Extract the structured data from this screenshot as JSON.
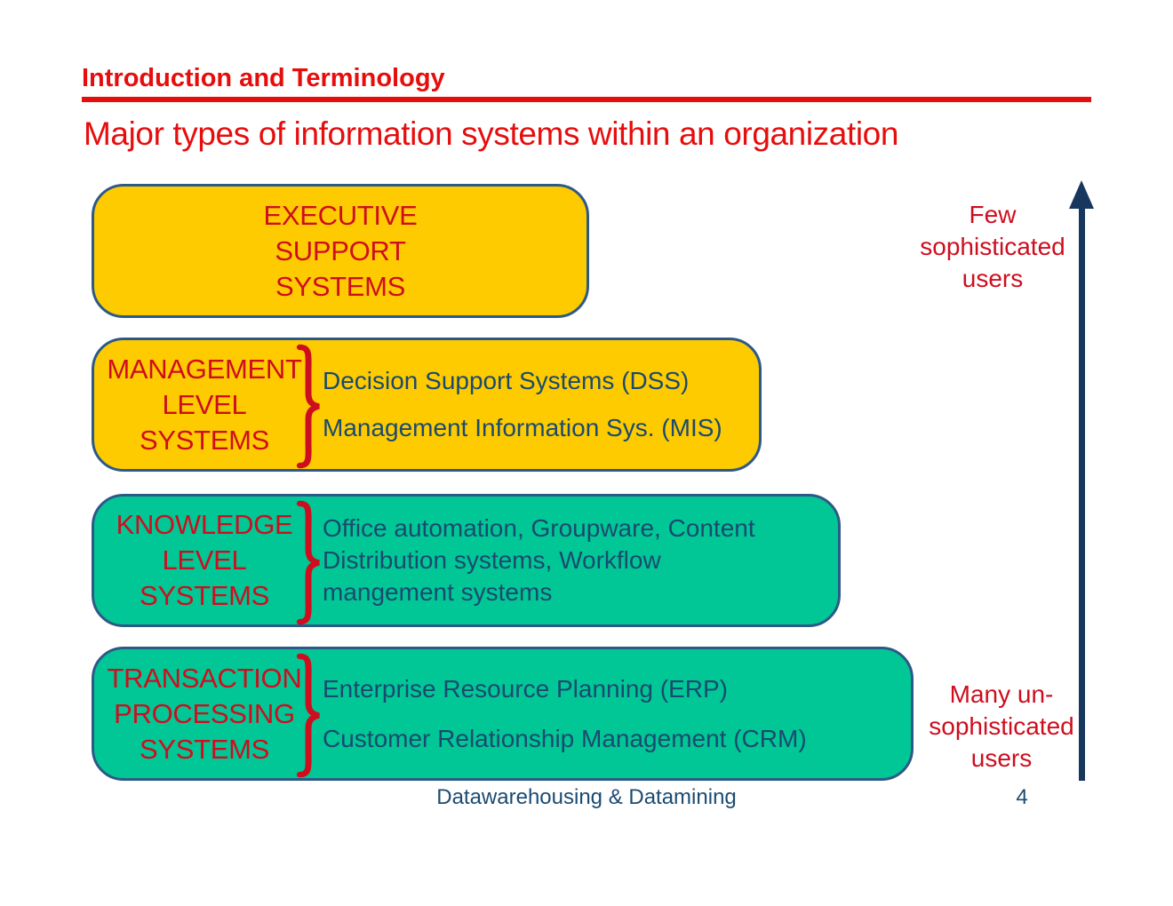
{
  "colors": {
    "yellow": "#FECB00",
    "green": "#00C795",
    "box_border": "#2D5986",
    "red_title": "#E60D0D",
    "red_label": "#CE0E1F",
    "navy_text": "#1A4A70",
    "navy_arrow": "#17375E",
    "navy_footer": "#1B4B72"
  },
  "header": {
    "title": "Introduction and Terminology"
  },
  "subtitle": "Major types of information systems within an organization",
  "diagram": {
    "boxes": [
      {
        "name": "executive-support-systems",
        "label": "EXECUTIVE\nSUPPORT\nSYSTEMS",
        "items": []
      },
      {
        "name": "management-level-systems",
        "label": "MANAGEMENT\nLEVEL\nSYSTEMS",
        "items": [
          "Decision Support Systems (DSS)",
          "Management Information Sys. (MIS)"
        ]
      },
      {
        "name": "knowledge-level-systems",
        "label": "KNOWLEDGE\nLEVEL\nSYSTEMS",
        "items": [
          "Office automation, Groupware, Content\nDistribution systems, Workflow\nmangement systems"
        ]
      },
      {
        "name": "transaction-processing-systems",
        "label": "TRANSACTION\nPROCESSING\nSYSTEMS",
        "items": [
          "Enterprise Resource Planning (ERP)",
          "Customer Relationship Management (CRM)"
        ]
      }
    ],
    "axis": {
      "top_label": "Few\nsophisticated\nusers",
      "bottom_label": "Many un-\nsophisticated\nusers"
    }
  },
  "footer": {
    "center": "Datawarehousing & Datamining",
    "page": "4"
  }
}
